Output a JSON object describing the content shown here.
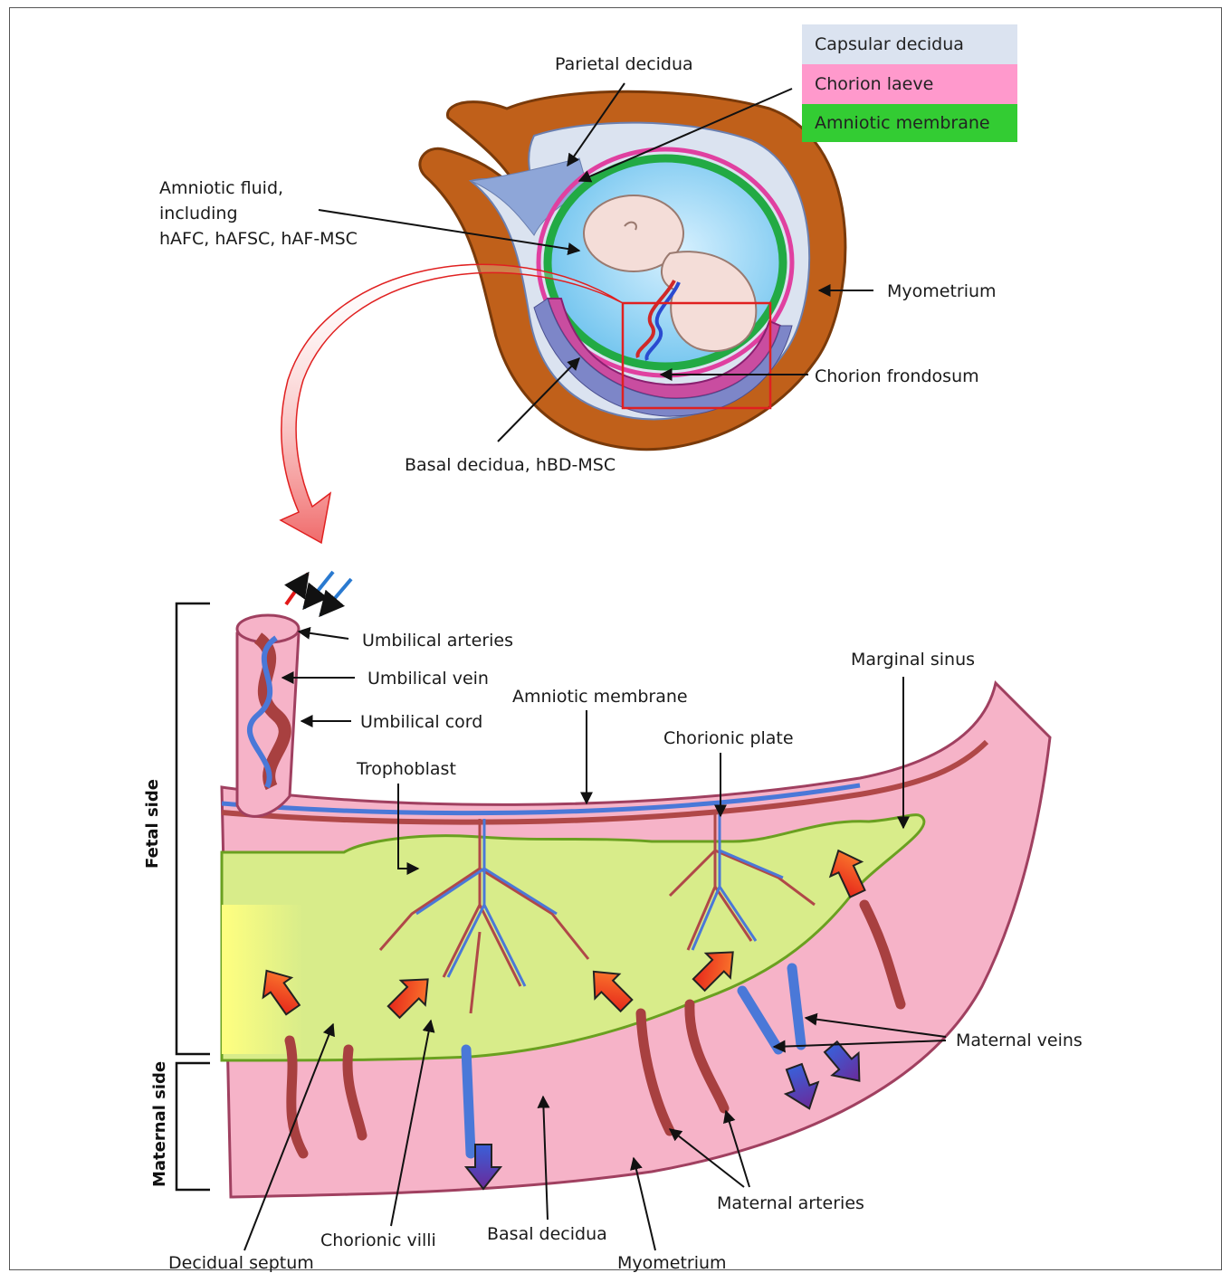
{
  "legend": [
    {
      "label": "Capsular decidua",
      "color": "#dbe3f0"
    },
    {
      "label": "Chorion laeve",
      "color": "#ff99cc"
    },
    {
      "label": "Amniotic membrane",
      "color": "#33cc33"
    }
  ],
  "top_labels": {
    "parietal_decidua": "Parietal decidua",
    "amniotic_fluid_1": "Amniotic fluid,",
    "amniotic_fluid_2": "including",
    "amniotic_fluid_3": "hAFC, hAFSC, hAF-MSC",
    "myometrium": "Myometrium",
    "chorion_frondosum": "Chorion frondosum",
    "basal_decidua": "Basal decidua, hBD-MSC"
  },
  "bottom_labels": {
    "umbilical_arteries": "Umbilical arteries",
    "umbilical_vein": "Umbilical vein",
    "umbilical_cord": "Umbilical cord",
    "amniotic_membrane": "Amniotic membrane",
    "marginal_sinus": "Marginal sinus",
    "chorionic_plate": "Chorionic plate",
    "trophoblast": "Trophoblast",
    "maternal_veins": "Maternal veins",
    "maternal_arteries": "Maternal arteries",
    "myometrium": "Myometrium",
    "basal_decidua": "Basal decidua",
    "chorionic_villi": "Chorionic villi",
    "decidual_septum": "Decidual septum"
  },
  "side_labels": {
    "fetal": "Fetal side",
    "maternal": "Maternal side"
  },
  "colors": {
    "myometrium": "#c0601a",
    "amniotic_fluid": "#8fd0f0",
    "placenta": "#f6b3c8",
    "intervillous": "#d8ec8a",
    "artery": "#b04848",
    "vein": "#4a78d8",
    "highlight_box": "#e02020"
  }
}
